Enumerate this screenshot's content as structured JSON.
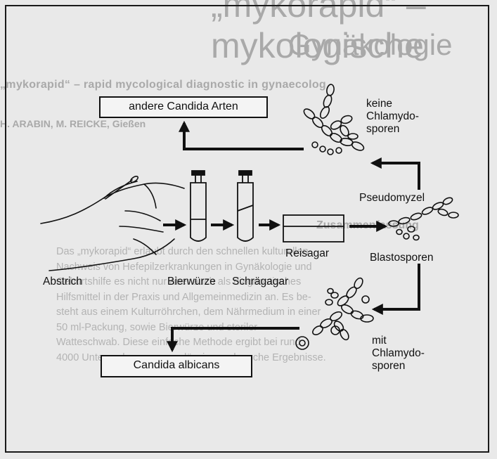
{
  "background_text": {
    "title_line1": "„mykorapid“ – mykologische",
    "title_line2": "Gynäkologie",
    "subtitle": "„mykorapid“ – rapid mycological diagnostic in gynaecolog",
    "authors": "H. ARABIN, M. REICKE, Gießen",
    "section_heading": "Zusammenfassung",
    "body_lines": [
      "Das „mykorapid“ erlaubt durch den schnellen kulturellen",
      "Nachweis von Hefepilzerkrankungen in Gynäkologie und",
      "Geburtshilfe es nicht nur aber auch als diagnostisches",
      "Hilfsmittel in der Praxis und Allgemeinmedizin an. Es be-",
      "steht aus einem Kulturröhrchen, dem Nährmedium in einer",
      "50 ml-Packung, sowie Bierwürze und steriler",
      "Watteschwab. Diese einfache Methode ergibt bei rund",
      "4000 Untersuchungen zuverlässige und rasche Ergebnisse."
    ]
  },
  "diagram": {
    "box_other_species": "andere Candida Arten",
    "label_no_chlamydospores": [
      "keine",
      "Chlamydo-",
      "sporen"
    ],
    "label_pseudomycel": "Pseudomyzel",
    "label_reisagar": "Reisagar",
    "label_blastosporen": "Blastosporen",
    "label_abstrich": "Abstrich",
    "label_bierwuerze": "Bierwürze",
    "label_schraegagar": "Schrägagar",
    "label_with_chlamydospores": [
      "mit",
      "Chlamydo-",
      "sporen"
    ],
    "box_albicans": "Candida albicans"
  },
  "colors": {
    "ink": "#111111",
    "paper": "#e9e9e9",
    "ghost_text": "#a9a9a9"
  }
}
